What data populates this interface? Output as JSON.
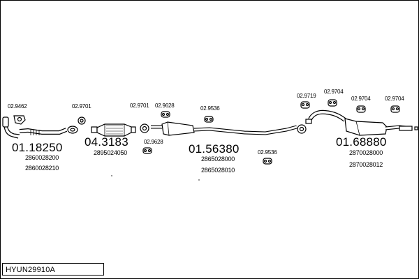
{
  "drawing_title": "HYUN29910A",
  "assemblies": [
    {
      "ref": "01.18250",
      "oem": [
        "2860028200",
        "2860028210"
      ]
    },
    {
      "ref": "04.3183",
      "oem": [
        "2895024050"
      ]
    },
    {
      "ref": "01.56380",
      "oem": [
        "2865028000",
        "2865028010"
      ]
    },
    {
      "ref": "01.68880",
      "oem": [
        "2870028000",
        "2870028012"
      ]
    }
  ],
  "fittings": [
    "02.9462",
    "02.9701",
    "02.9701",
    "02.9628",
    "02.9628",
    "02.9536",
    "02.9536",
    "02.9719",
    "02.9704",
    "02.9704",
    "02.9704"
  ],
  "icons": {
    "exhaust": "exhaust-system-diagram",
    "hanger": "rubber-hanger-icon",
    "flange": "flange-ring-icon"
  }
}
